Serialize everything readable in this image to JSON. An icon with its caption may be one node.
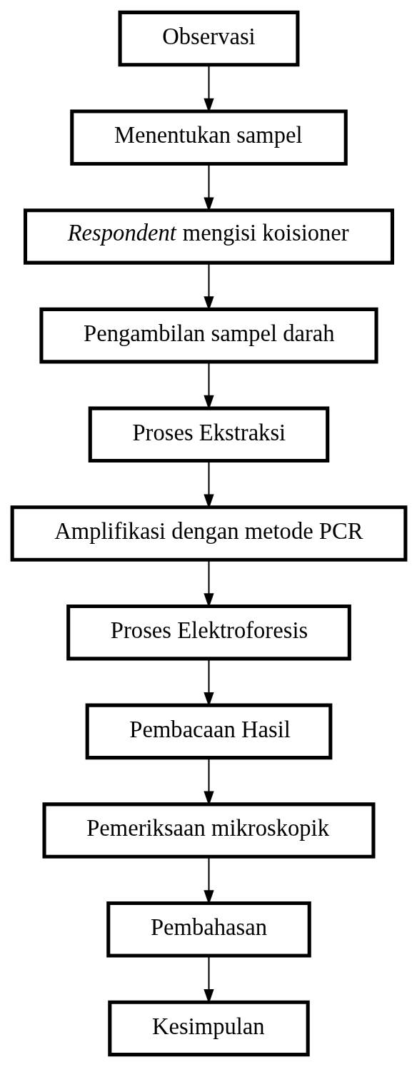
{
  "diagram": {
    "nodes": [
      {
        "text": [
          "Observasi"
        ]
      },
      {
        "text": [
          "Menentukan sampel"
        ]
      },
      {
        "text": [
          "*Respondent* mengisi koisioner"
        ]
      },
      {
        "text": [
          "Pengambilan sampel darah"
        ]
      },
      {
        "text": [
          "Proses Ekstraksi"
        ]
      },
      {
        "text": [
          "Amplifikasi dengan metode PCR"
        ]
      },
      {
        "text": [
          "Proses Elektroforesis"
        ]
      },
      {
        "text": [
          "Pembacaan Hasil"
        ]
      },
      {
        "text": [
          "Pemeriksaan mikroskopik"
        ]
      },
      {
        "text": [
          "Pembahasan"
        ]
      },
      {
        "text": [
          "Kesimpulan"
        ]
      }
    ],
    "edges": [
      {
        "from": 0,
        "to": 1,
        "arrow": "to"
      },
      {
        "from": 1,
        "to": 2,
        "arrow": "to"
      },
      {
        "from": 2,
        "to": 3,
        "arrow": "to"
      },
      {
        "from": 3,
        "to": 4,
        "arrow": "to"
      },
      {
        "from": 4,
        "to": 5,
        "arrow": "to"
      },
      {
        "from": 5,
        "to": 6,
        "arrow": "to"
      },
      {
        "from": 6,
        "to": 7,
        "arrow": "to"
      },
      {
        "from": 7,
        "to": 8,
        "arrow": "to"
      },
      {
        "from": 8,
        "to": 9,
        "arrow": "to"
      },
      {
        "from": 9,
        "to": 10,
        "arrow": "to"
      }
    ]
  }
}
